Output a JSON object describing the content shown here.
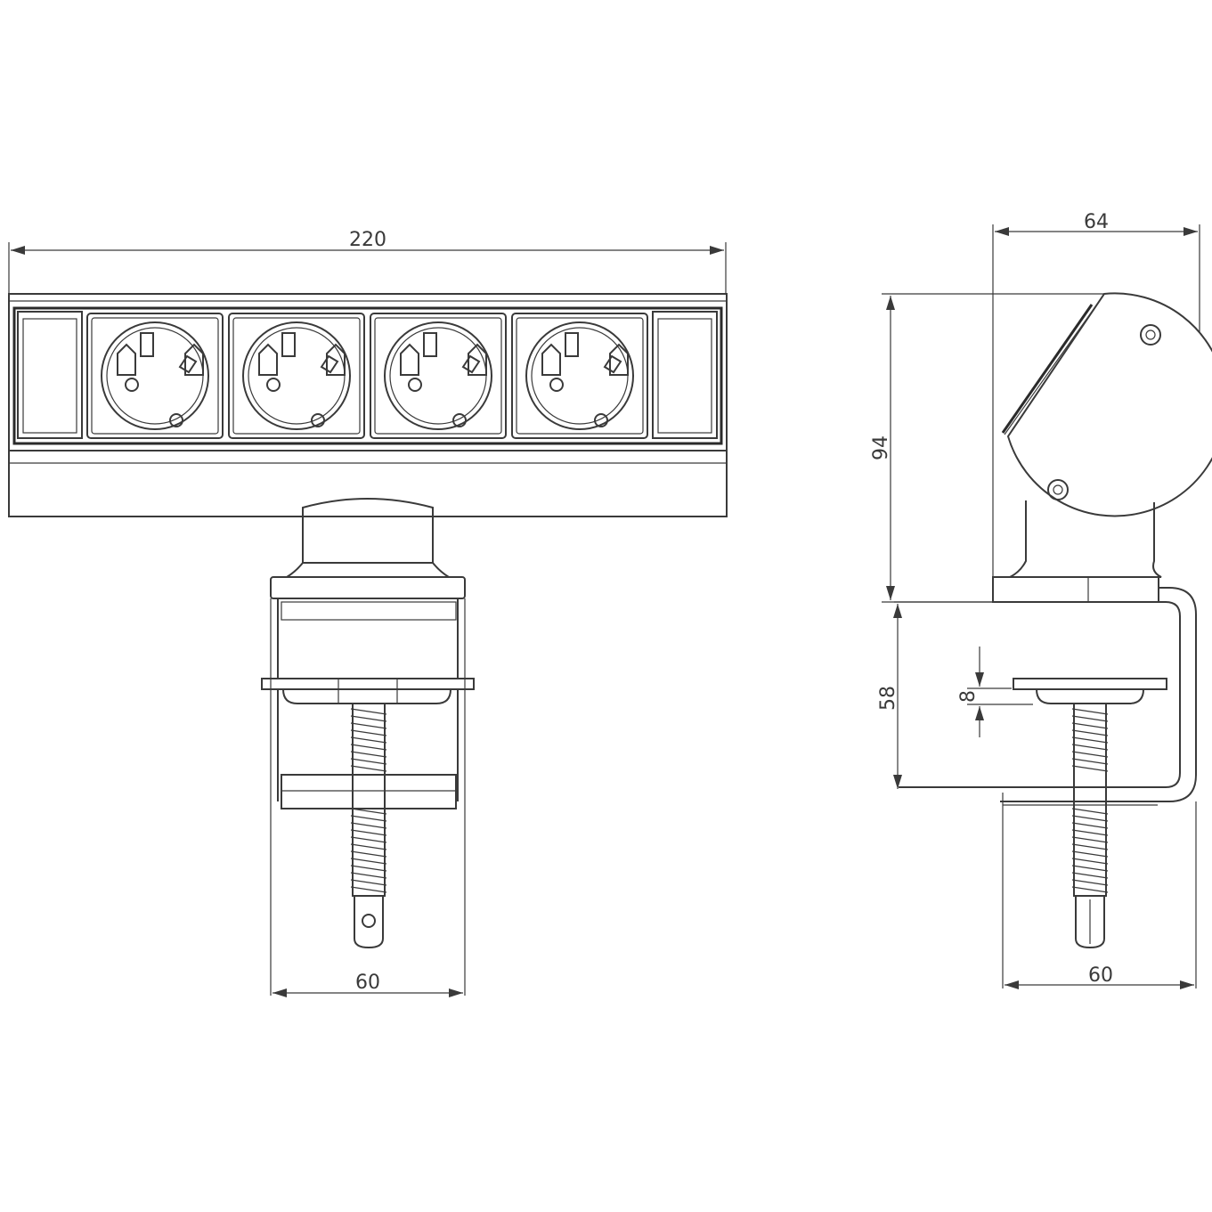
{
  "drawing": {
    "front_view": {
      "socket_count": 4,
      "dims": {
        "overall_width": "220",
        "clamp_width": "60"
      }
    },
    "side_view": {
      "dims": {
        "depth": "64",
        "height": "94",
        "clamp_height": "58",
        "plate_thickness": "8",
        "clamp_width": "60"
      }
    }
  }
}
